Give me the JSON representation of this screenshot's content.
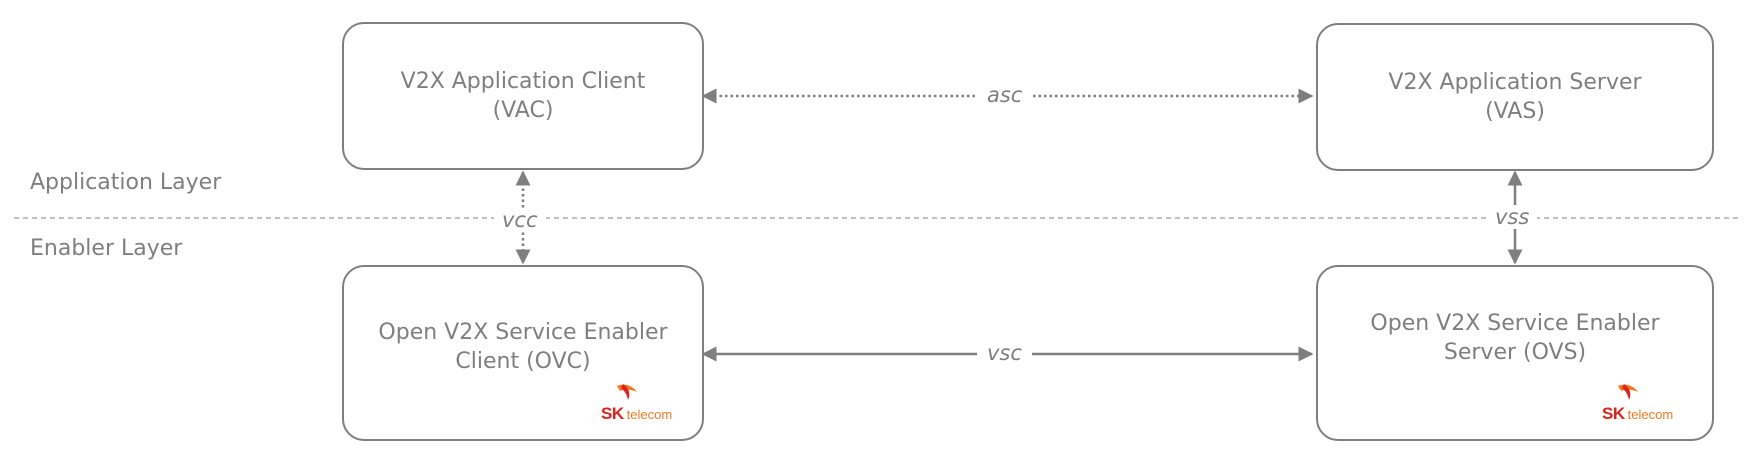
{
  "layers": {
    "application": "Application Layer",
    "enabler": "Enabler Layer"
  },
  "boxes": {
    "vac": {
      "line1": "V2X Application Client",
      "line2": "(VAC)"
    },
    "vas": {
      "line1": "V2X Application Server",
      "line2": "(VAS)"
    },
    "ovc": {
      "line1": "Open V2X Service Enabler",
      "line2": "Client (OVC)"
    },
    "ovs": {
      "line1": "Open V2X Service Enabler",
      "line2": "Server (OVS)"
    }
  },
  "interfaces": {
    "asc": "asc",
    "vcc": "vcc",
    "vss": "vss",
    "vsc": "vsc"
  },
  "logo": {
    "sk": "SK",
    "telecom": "telecom"
  },
  "colors": {
    "stroke": "#7f7f7f",
    "logo_red": "#e2211c",
    "logo_orange": "#f47920"
  }
}
